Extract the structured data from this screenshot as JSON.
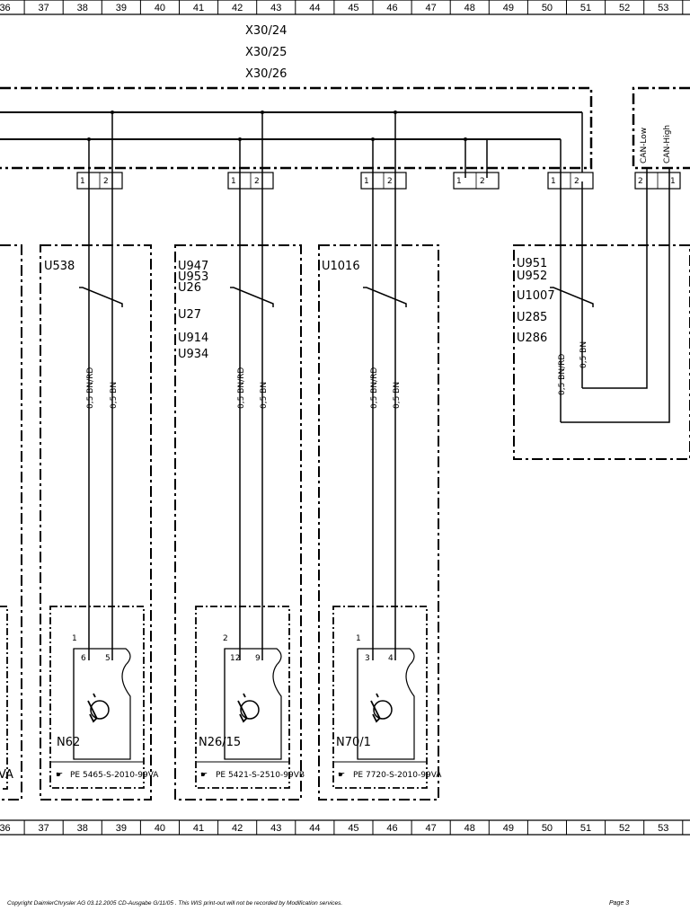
{
  "grid_numbers": [
    "36",
    "37",
    "38",
    "39",
    "40",
    "41",
    "42",
    "43",
    "44",
    "45",
    "46",
    "47",
    "48",
    "49",
    "50",
    "51",
    "52",
    "53"
  ],
  "top_connector_labels": [
    "X30/24",
    "X30/25",
    "X30/26"
  ],
  "can_labels": {
    "low": "CAN-Low",
    "high": "CAN-High"
  },
  "modules": [
    {
      "codes": [
        "U538"
      ],
      "pins": [
        "1",
        "2"
      ],
      "wires": [
        "0,5  BN/RD",
        "0,5  BN"
      ],
      "component": "N62",
      "pin_group": "1",
      "comp_pins": [
        "6",
        "5"
      ],
      "part_number": "PE 5465-S-2010-99VA"
    },
    {
      "codes": [
        "U947",
        "U953",
        "U26",
        "U27",
        "U914",
        "U934"
      ],
      "pins": [
        "1",
        "2"
      ],
      "wires": [
        "0,5  BN/RD",
        "0,5  BN"
      ],
      "component": "N26/15",
      "pin_group": "2",
      "comp_pins": [
        "12",
        "9"
      ],
      "part_number": "PE 5421-S-2510-99VB"
    },
    {
      "codes": [
        "U1016"
      ],
      "pins": [
        "1",
        "2"
      ],
      "wires": [
        "0,5  BN/RD",
        "0,5  BN"
      ],
      "component": "N70/1",
      "pin_group": "1",
      "comp_pins": [
        "3",
        "4"
      ],
      "part_number": "PE 7720-S-2010-99VA"
    }
  ],
  "free_connector_pins": [
    "1",
    "2"
  ],
  "right_module": {
    "codes": [
      "U951",
      "U952",
      "U1007",
      "U285",
      "U286"
    ],
    "pins": [
      "1",
      "2"
    ],
    "wires": [
      "0,5  BN/RD",
      "0,5  BN"
    ]
  },
  "can_connector_pins": [
    "2",
    "1"
  ],
  "left_edge_fragment": "VA",
  "footer": {
    "copyright": "Copyright DaimlerChrysler AG  03.12.2005 CD-Ausgabe G/11/05 . This WIS print-out will not be recorded by Modification services.",
    "page": "Page 3"
  }
}
